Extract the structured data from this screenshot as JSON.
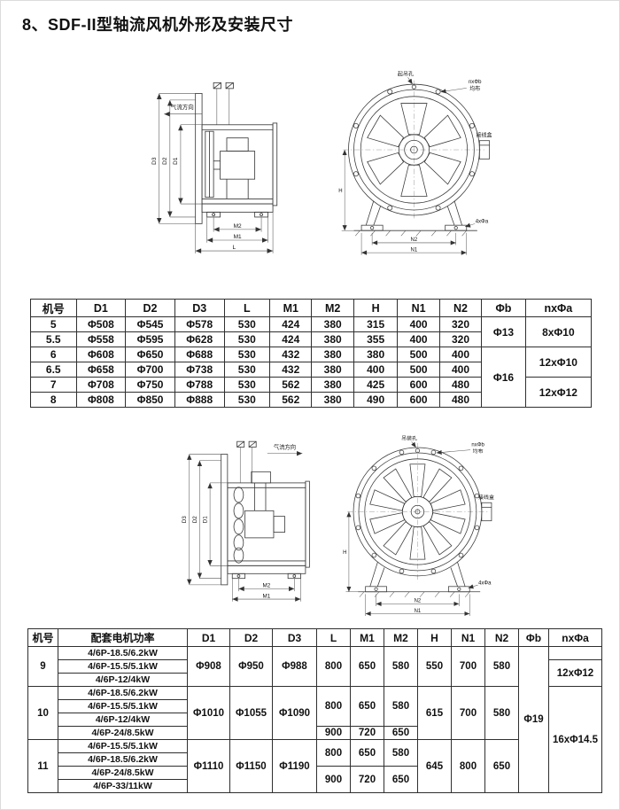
{
  "page": {
    "title": "8、SDF-II型轴流风机外形及安装尺寸"
  },
  "labels": {
    "airflow": "气流方向",
    "lift_hole": "起吊孔",
    "hoist_hole": "吊装孔",
    "bolt_note_line1": "nxΦb",
    "bolt_note_line2": "均布",
    "junction_box": "接线盒",
    "foot_holes": "4xΦa",
    "d1": "D1",
    "d2": "D2",
    "d3": "D3",
    "l": "L",
    "m1": "M1",
    "m2": "M2",
    "h": "H",
    "n1": "N1",
    "n2": "N2"
  },
  "table1": {
    "headers": [
      "机号",
      "D1",
      "D2",
      "D3",
      "L",
      "M1",
      "M2",
      "H",
      "N1",
      "N2",
      "Φb",
      "nxΦa"
    ],
    "rows": [
      [
        "5",
        "Φ508",
        "Φ545",
        "Φ578",
        "530",
        "424",
        "380",
        "315",
        "400",
        "320"
      ],
      [
        "5.5",
        "Φ558",
        "Φ595",
        "Φ628",
        "530",
        "424",
        "380",
        "355",
        "400",
        "320"
      ],
      [
        "6",
        "Φ608",
        "Φ650",
        "Φ688",
        "530",
        "432",
        "380",
        "380",
        "500",
        "400"
      ],
      [
        "6.5",
        "Φ658",
        "Φ700",
        "Φ738",
        "530",
        "432",
        "380",
        "400",
        "500",
        "400"
      ],
      [
        "7",
        "Φ708",
        "Φ750",
        "Φ788",
        "530",
        "562",
        "380",
        "425",
        "600",
        "480"
      ],
      [
        "8",
        "Φ808",
        "Φ850",
        "Φ888",
        "530",
        "562",
        "380",
        "490",
        "600",
        "480"
      ]
    ],
    "phi_b_a": "Φ13",
    "phi_b_b": "Φ16",
    "nxa_a": "8xΦ10",
    "nxa_b": "12xΦ10",
    "nxa_c": "12xΦ12"
  },
  "table2": {
    "headers": [
      "机号",
      "配套电机功率",
      "D1",
      "D2",
      "D3",
      "L",
      "M1",
      "M2",
      "H",
      "N1",
      "N2",
      "Φb",
      "nxΦa"
    ],
    "g9": {
      "no": "9",
      "motors": [
        "4/6P-18.5/6.2kW",
        "4/6P-15.5/5.1kW",
        "4/6P-12/4kW"
      ],
      "d1": "Φ908",
      "d2": "Φ950",
      "d3": "Φ988",
      "l": "800",
      "m1": "650",
      "m2": "580",
      "h": "550",
      "n1": "700",
      "n2": "580",
      "nxa": "12xΦ12"
    },
    "g10": {
      "no": "10",
      "motors": [
        "4/6P-18.5/6.2kW",
        "4/6P-15.5/5.1kW",
        "4/6P-12/4kW",
        "4/6P-24/8.5kW"
      ],
      "d1": "Φ1010",
      "d2": "Φ1055",
      "d3": "Φ1090",
      "l_a": "800",
      "m1_a": "650",
      "m2_a": "580",
      "l_b": "900",
      "m1_b": "720",
      "m2_b": "650",
      "h": "615",
      "n1": "700",
      "n2": "580"
    },
    "g11": {
      "no": "11",
      "motors": [
        "4/6P-15.5/5.1kW",
        "4/6P-18.5/6.2kW",
        "4/6P-24/8.5kW",
        "4/6P-33/11kW"
      ],
      "d1": "Φ1110",
      "d2": "Φ1150",
      "d3": "Φ1190",
      "l_a": "800",
      "m1_a": "650",
      "m2_a": "580",
      "l_b": "900",
      "m1_b": "720",
      "m2_b": "650",
      "h": "645",
      "n1": "800",
      "n2": "650"
    },
    "phi_b": "Φ19",
    "nxa_big": "16xΦ14.5"
  }
}
